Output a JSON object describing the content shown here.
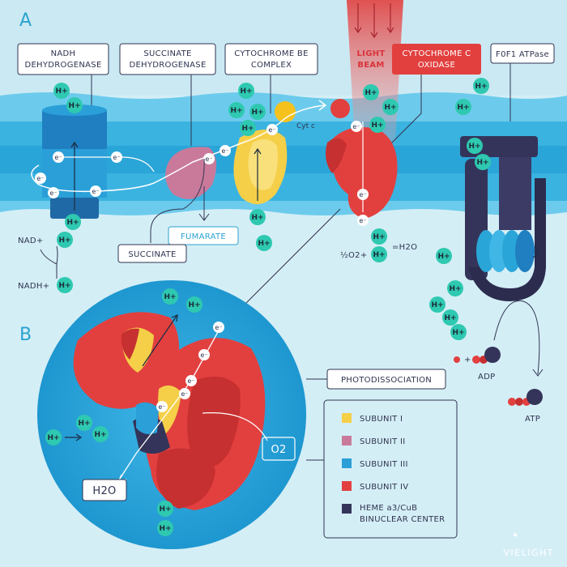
{
  "panel_a_label": "A",
  "panel_b_label": "B",
  "labels": {
    "nadh_dehydrogenase": [
      "NADH",
      "DEHYDROGENASE"
    ],
    "succinate_dehydrogenase": [
      "SUCCINATE",
      "DEHYDROGENASE"
    ],
    "cytochrome_bc_complex": [
      "CYTOCHROME BE",
      "COMPLEX"
    ],
    "light_beam": [
      "LIGHT",
      "BEAM"
    ],
    "cytochrome_c_oxidase": [
      "CYTOCHROME C",
      "OXIDASE"
    ],
    "atpase": "F0F1 ATPase",
    "cytc": "Cyt c",
    "fumarate": "FUMARATE",
    "succinate": "SUCCINATE",
    "nad": "NAD+",
    "nadh": "NADH+",
    "water_reaction": "½O2+",
    "water_result": "=H2O",
    "adp": "ADP",
    "atp": "ATP",
    "photodissociation": "PHOTODISSOCIATION",
    "o2": "O2",
    "h2o": "H2O",
    "proton": "H+",
    "electron": "e⁻"
  },
  "legend": [
    {
      "label": "SUBUNIT I",
      "color": "#f5cf48"
    },
    {
      "label": "SUBUNIT II",
      "color": "#c97a9b"
    },
    {
      "label": "SUBUNIT III",
      "color": "#2a9fd8"
    },
    {
      "label": "SUBUNIT IV",
      "color": "#e2403f"
    },
    {
      "label": "HEME a3/CuB",
      "label2": "BINUCLEAR CENTER",
      "color": "#34345a"
    }
  ],
  "brand": "VIELIGHT",
  "colors": {
    "membrane": "#3bb3e0",
    "proton": "#2ec9b0",
    "subunit_i": "#f5cf48",
    "subunit_ii": "#c97a9b",
    "subunit_iii": "#2a9fd8",
    "subunit_iv": "#e2403f",
    "heme": "#34345a"
  }
}
